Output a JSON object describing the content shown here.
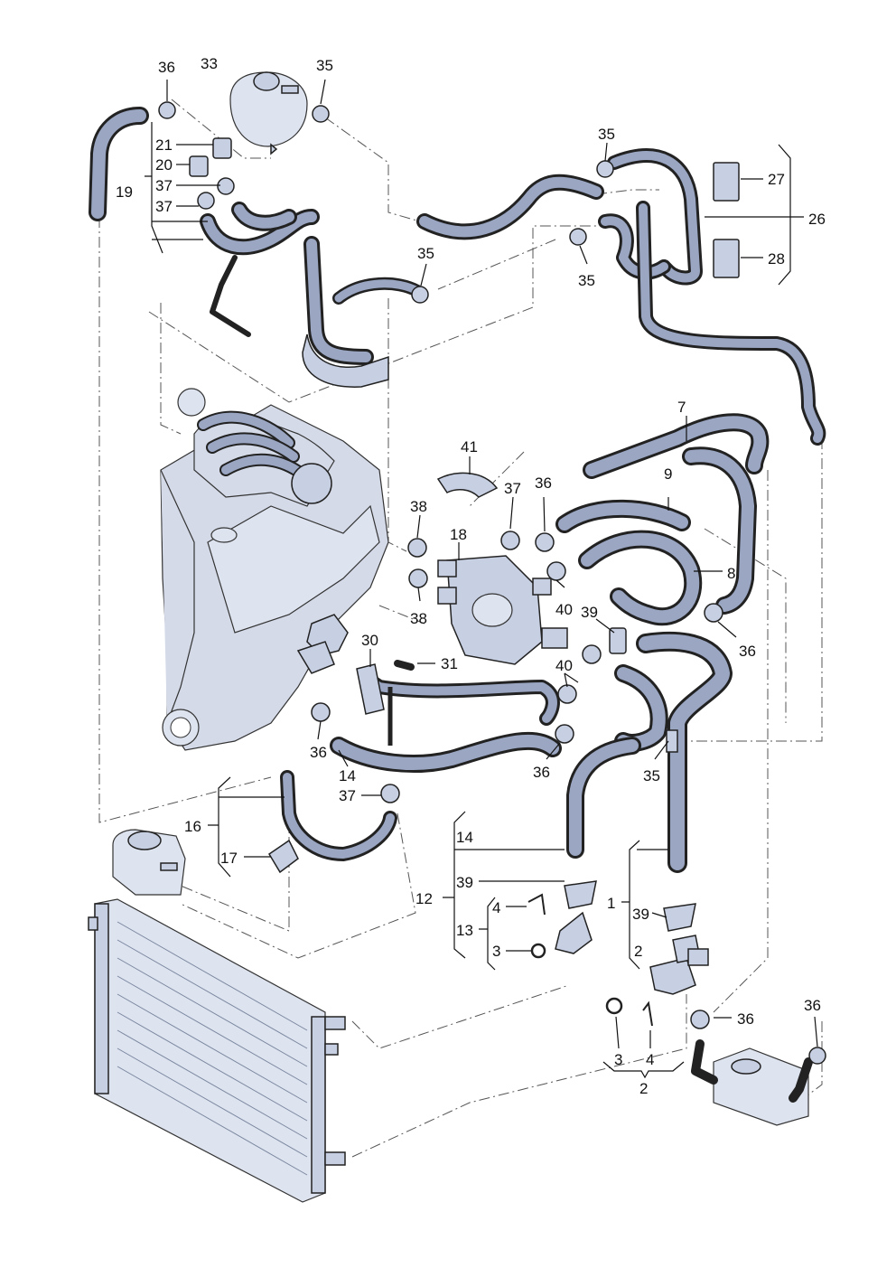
{
  "diagram": {
    "part_numbers": [
      "1",
      "2",
      "3",
      "4",
      "7",
      "8",
      "9",
      "12",
      "13",
      "14",
      "16",
      "17",
      "18",
      "19",
      "20",
      "21",
      "26",
      "27",
      "28",
      "30",
      "31",
      "33",
      "35",
      "36",
      "37",
      "38",
      "39",
      "40",
      "41"
    ]
  },
  "labels": {
    "l36a": "36",
    "l33": "33",
    "l35a": "35",
    "l21": "21",
    "l20": "20",
    "l19": "19",
    "l37a": "37",
    "l37b": "37",
    "l35b": "35",
    "l35c": "35",
    "l35d": "35",
    "l27": "27",
    "l26": "26",
    "l28": "28",
    "l7": "7",
    "l41": "41",
    "l9": "9",
    "l37c": "37",
    "l36b": "36",
    "l38a": "38",
    "l18": "18",
    "l8": "8",
    "l38b": "38",
    "l40a": "40",
    "l39a": "39",
    "l36c": "36",
    "l30": "30",
    "l31": "31",
    "l40b": "40",
    "l36d": "36",
    "l14a": "14",
    "l36e": "36",
    "l35e": "35",
    "l37d": "37",
    "l16": "16",
    "l17": "17",
    "l14b": "14",
    "l39b": "39",
    "l12": "12",
    "l4a": "4",
    "l13": "13",
    "l3a": "3",
    "l1": "1",
    "l39c": "39",
    "l2a": "2",
    "l36f": "36",
    "l36g": "36",
    "l3b": "3",
    "l4b": "4",
    "l2b": "2"
  }
}
